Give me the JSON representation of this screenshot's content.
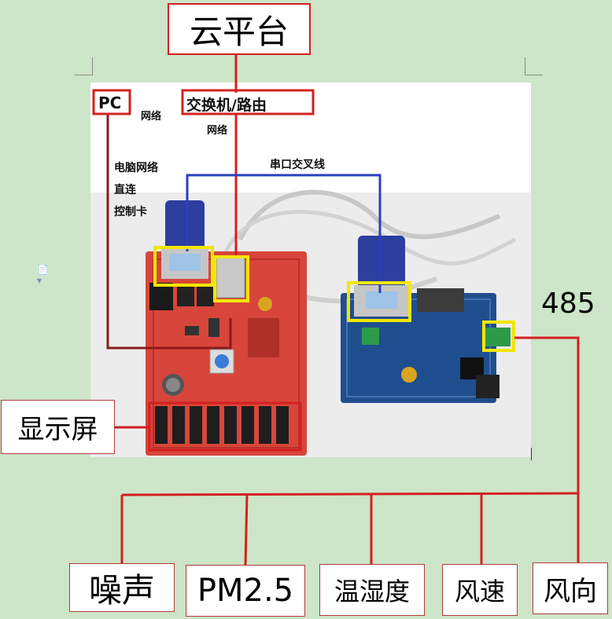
{
  "cloud": {
    "label": "云平台"
  },
  "photo_labels": {
    "pc": "PC",
    "switch_router": "交换机/路由",
    "network_left": "网络",
    "network_right": "网络",
    "pc_direct_1": "电脑网络",
    "pc_direct_2": "直连",
    "pc_direct_3": "控制卡",
    "serial_cross": "串口交叉线"
  },
  "rs485": {
    "label": "485"
  },
  "display": {
    "label": "显示屏"
  },
  "sensors": [
    {
      "label": "噪声"
    },
    {
      "label": "PM2.5"
    },
    {
      "label": "温湿度"
    },
    {
      "label": "风速"
    },
    {
      "label": "风向"
    }
  ],
  "colors": {
    "background": "#cde5c8",
    "red_line": "#d42020",
    "dark_red_line": "#8b1a1a",
    "blue_line": "#2a3fc0",
    "yellow_box": "#f2e600",
    "left_board": "#d8453a",
    "right_board": "#1f4e8f"
  }
}
